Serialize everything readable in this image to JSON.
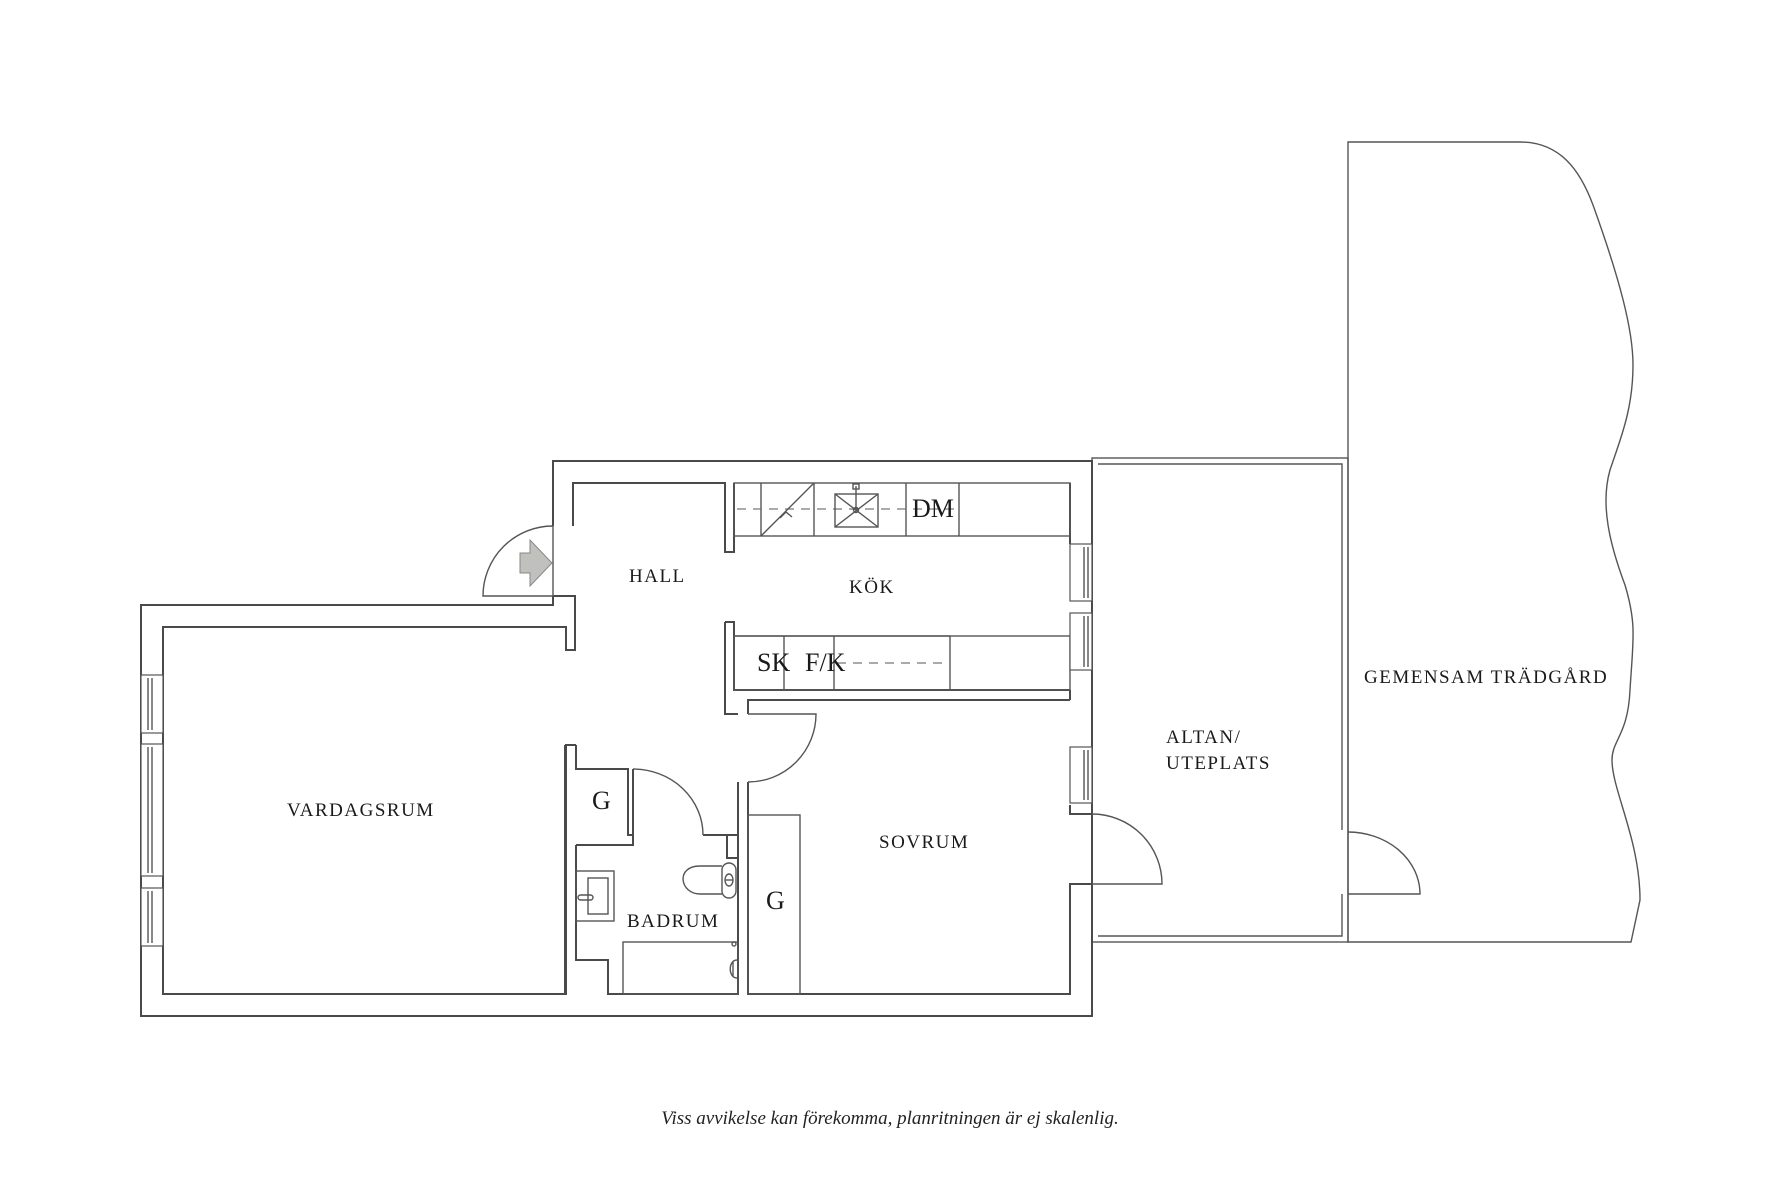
{
  "rooms": {
    "hall": "HALL",
    "kok": "KÖK",
    "vardagsrum": "VARDAGSRUM",
    "sovrum": "SOVRUM",
    "badrum": "BADRUM",
    "altan_line1": "ALTAN/",
    "altan_line2": "UTEPLATS",
    "tradgard": "GEMENSAM TRÄDGÅRD"
  },
  "fixtures": {
    "dishwasher": "DM",
    "cabinet": "SK",
    "fridge_freezer": "F/K",
    "wardrobe_hall": "G",
    "wardrobe_sovrum": "G"
  },
  "icons": {
    "entrance_arrow": "entrance-arrow-icon",
    "stove": "stove-icon",
    "sink": "kitchen-sink-icon",
    "toilet": "toilet-icon",
    "washbasin": "washbasin-icon",
    "shower": "shower-icon"
  },
  "colors": {
    "wall": "#4a4a4a",
    "entrance_arrow": "#c0c0bd",
    "background": "#ffffff"
  },
  "footer": {
    "disclaimer": "Viss avvikelse kan förekomma, planritningen är ej skalenlig."
  }
}
